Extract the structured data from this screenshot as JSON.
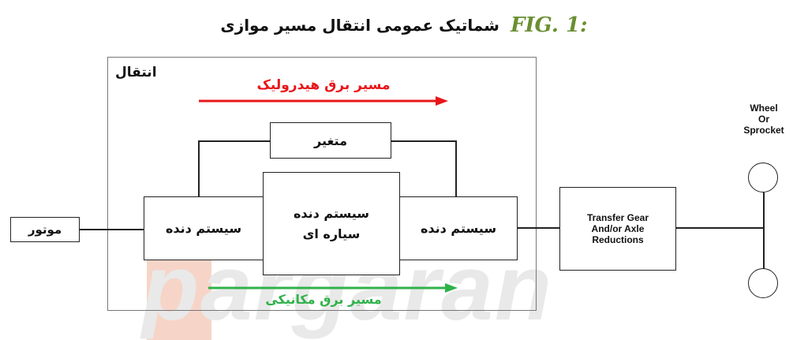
{
  "figure": {
    "fig_label": "FIG. 1:",
    "title": "شماتیک عمومی انتقال مسیر موازی"
  },
  "transmission": {
    "label": "انتقال",
    "hydraulic_path": "مسیر برق هیدرولیک",
    "mechanical_path": "مسیر برق مکانیکی",
    "variator": "متغیر",
    "gear_left": "سیستم دنده",
    "planetary": "سیستم دنده سیاره ای",
    "gear_right": "سیستم دنده"
  },
  "motor": "موتور",
  "transfer_box": {
    "line1": "Transfer Gear",
    "line2": "And/or Axle",
    "line3": "Reductions"
  },
  "wheel_label": {
    "line1": "Wheel",
    "line2": "Or",
    "line3": "Sprocket"
  },
  "watermark": "pargaran",
  "colors": {
    "hydraulic": "#e8161b",
    "mechanical": "#2fb24a",
    "fig_label": "#6a8f32"
  }
}
